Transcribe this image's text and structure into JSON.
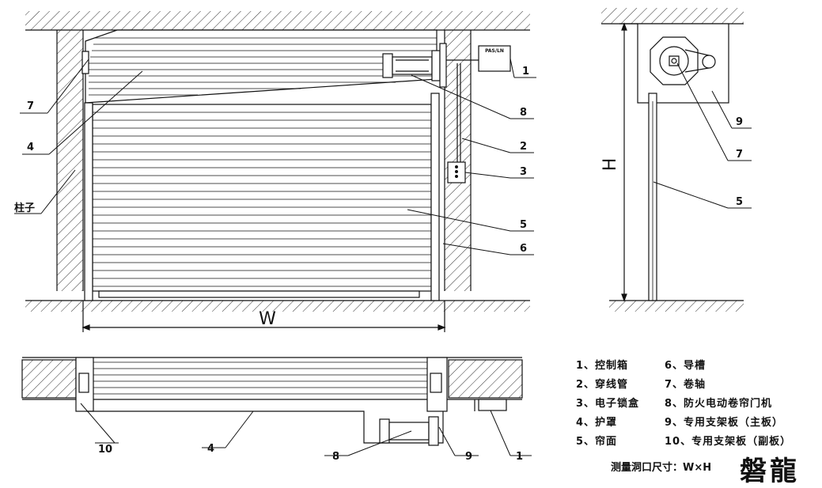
{
  "front_view": {
    "callouts": [
      "7",
      "4",
      "柱子",
      "1",
      "8",
      "2",
      "3",
      "5",
      "6"
    ],
    "control_box_label": "PAS/LN",
    "width_label": "W"
  },
  "side_view": {
    "callouts": [
      "9",
      "7",
      "5"
    ],
    "height_label": "H"
  },
  "plan_view": {
    "callouts": [
      "10",
      "4",
      "8",
      "9",
      "1"
    ]
  },
  "legend": {
    "left": [
      "1、控制箱",
      "2、穿线管",
      "3、电子锁盒",
      "4、护罩",
      "5、帘面"
    ],
    "right": [
      "6、导槽",
      "7、卷轴",
      "8、防火电动卷帘门机",
      "9、专用支架板（主板）",
      "10、专用支架板（副板）"
    ]
  },
  "measure_note": "测量洞口尺寸：W×H",
  "brand": "磐龍"
}
